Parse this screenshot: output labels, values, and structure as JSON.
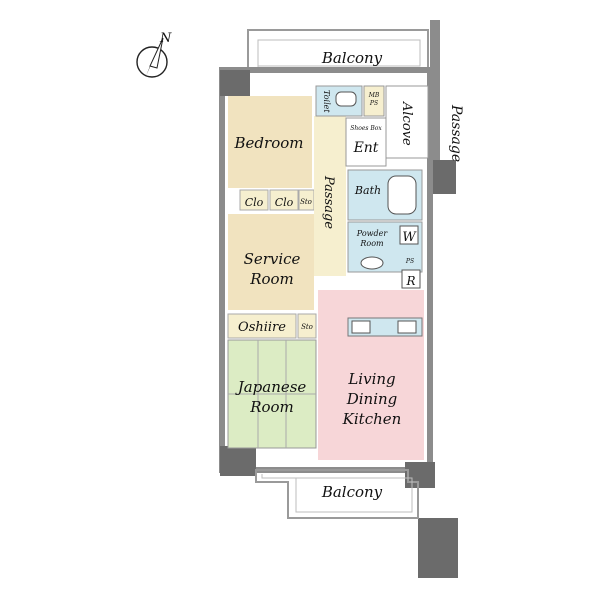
{
  "compass": {
    "letter": "N"
  },
  "rooms": {
    "balcony_top": "Balcony",
    "balcony_bottom": "Balcony",
    "toilet": "Toilet",
    "mb_ps": [
      "MB",
      "PS"
    ],
    "shoes_box": "Shoes Box",
    "entrance": "Ent",
    "alcove": "Alcove",
    "passage_outer": "Passage",
    "bedroom": "Bedroom",
    "passage_inner": "Passage",
    "bath": "Bath",
    "clo_1": "Clo",
    "clo_2": "Clo",
    "sto_1": "Sto",
    "powder_room": [
      "Powder",
      "Room"
    ],
    "washer": "W",
    "ps": "PS",
    "refrigerator": "R",
    "service_room": [
      "Service",
      "Room"
    ],
    "oshiire": "Oshiire",
    "sto_2": "Sto",
    "japanese_room": [
      "Japanese",
      "Room"
    ],
    "ldk": [
      "Living",
      "Dining",
      "Kitchen"
    ]
  },
  "colors": {
    "bedroom": "#f1e3bf",
    "service_room": "#f1e3bf",
    "passage": "#f6efcf",
    "clo": "#f6efcf",
    "oshiire": "#f6efcf",
    "japanese_room": "#dcecc4",
    "ldk": "#f7d6d8",
    "wet_area": "#cfe7ef",
    "wall": "#8c8c8c",
    "column": "#6b6b6b",
    "balcony": "#ffffff"
  }
}
